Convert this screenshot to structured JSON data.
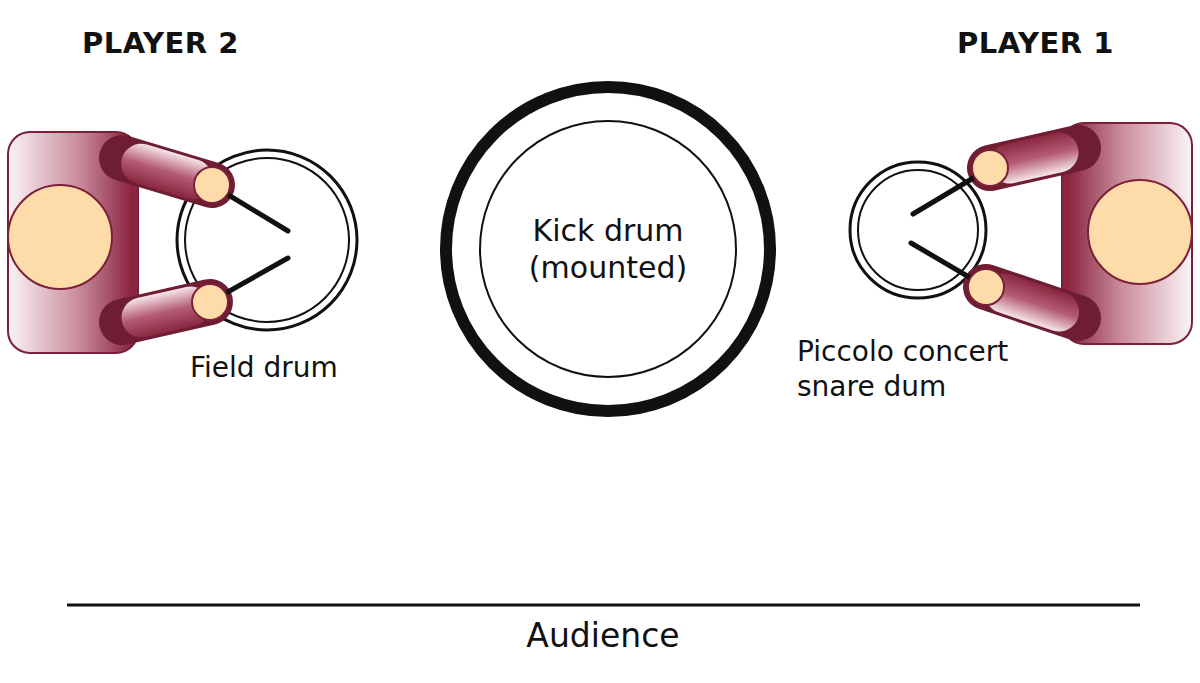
{
  "diagram": {
    "nodes": [
      {
        "text": [
          "PLAYER 2"
        ]
      },
      {
        "text": [
          "PLAYER 1"
        ]
      },
      {
        "text": [
          "Field drum"
        ]
      },
      {
        "text": [
          "Kick drum (mounted)"
        ]
      },
      {
        "text": [
          "Piccolo concert snare dum"
        ]
      }
    ],
    "labels": [
      "Audience"
    ]
  }
}
